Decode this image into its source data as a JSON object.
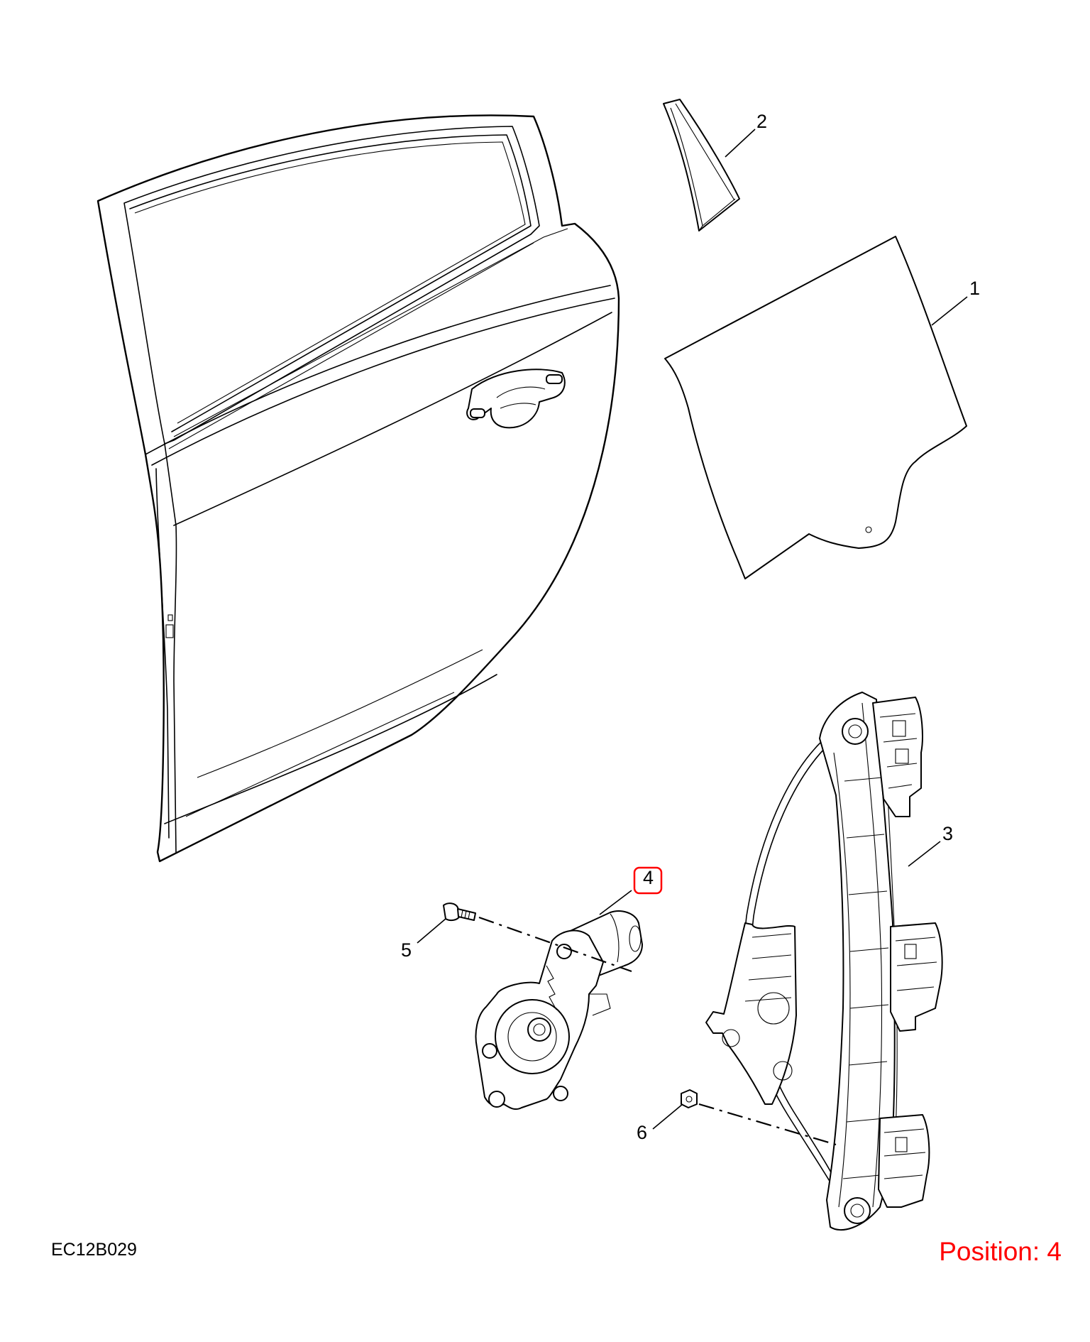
{
  "diagram": {
    "code": "EC12B029",
    "position_label": "Position: 4",
    "highlight_color": "#ff0000",
    "callouts": [
      "1",
      "2",
      "3",
      "4",
      "5",
      "6"
    ],
    "highlighted_callout": "4"
  }
}
